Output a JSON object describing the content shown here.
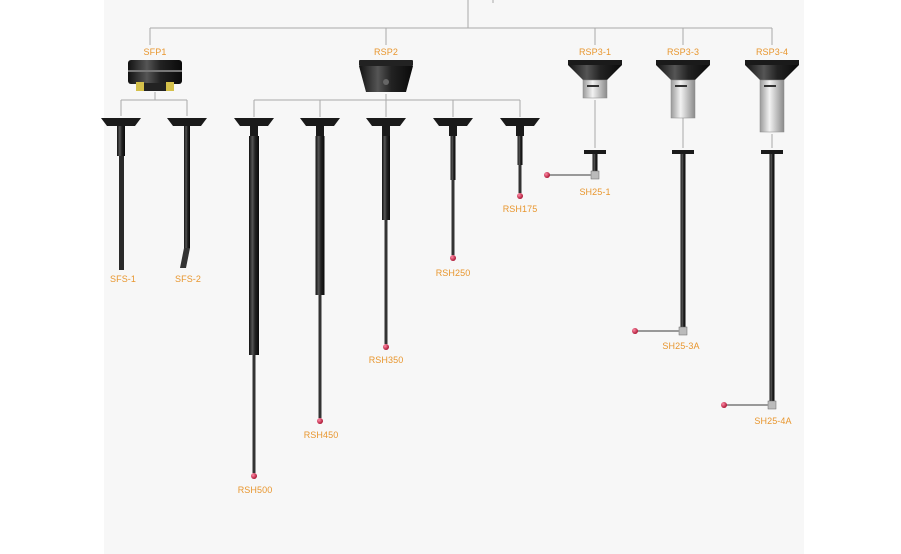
{
  "title": "",
  "colors": {
    "label": "#e8962e",
    "connector": "#aaaaaa",
    "stylus_tip": "#c8224a",
    "probe_body": "#2a2a2a",
    "probe_module_grey": "#d9d9d9"
  },
  "modules": [
    {
      "id": "SFP1",
      "label": "SFP1",
      "children": [
        "SFS-1",
        "SFS-2"
      ]
    },
    {
      "id": "RSP2",
      "label": "RSP2",
      "children": [
        "RSH500",
        "RSH450",
        "RSH350",
        "RSH250",
        "RSH175"
      ]
    },
    {
      "id": "RSP3-1",
      "label": "RSP3-1",
      "children": [
        "SH25-1"
      ]
    },
    {
      "id": "RSP3-3",
      "label": "RSP3-3",
      "children": [
        "SH25-3A"
      ]
    },
    {
      "id": "RSP3-4",
      "label": "RSP3-4",
      "children": [
        "SH25-4A"
      ]
    }
  ],
  "holders": [
    {
      "id": "SFS-1",
      "label": "SFS-1"
    },
    {
      "id": "SFS-2",
      "label": "SFS-2"
    },
    {
      "id": "RSH500",
      "label": "RSH500"
    },
    {
      "id": "RSH450",
      "label": "RSH450"
    },
    {
      "id": "RSH350",
      "label": "RSH350"
    },
    {
      "id": "RSH250",
      "label": "RSH250"
    },
    {
      "id": "RSH175",
      "label": "RSH175"
    },
    {
      "id": "SH25-1",
      "label": "SH25-1"
    },
    {
      "id": "SH25-3A",
      "label": "SH25-3A"
    },
    {
      "id": "SH25-4A",
      "label": "SH25-4A"
    }
  ]
}
